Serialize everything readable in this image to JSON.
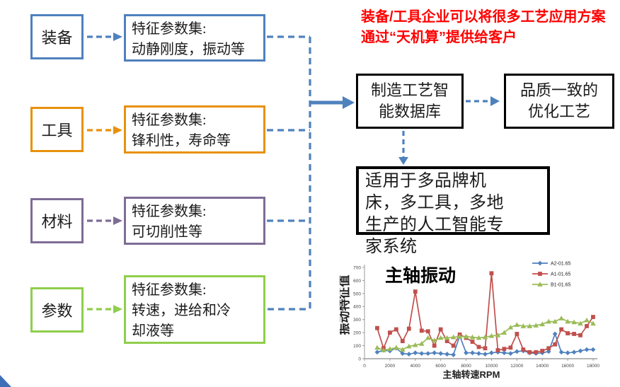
{
  "note": {
    "text": "装备/工具企业可以将很多工艺应用方案通过“天机算”提供给客户",
    "color": "#FF0000"
  },
  "rows": [
    {
      "label": "装备",
      "feature_line1": "特征参数集:",
      "feature_line2": "动静刚度，振动等",
      "color": "#4F81BD"
    },
    {
      "label": "工具",
      "feature_line1": "特征参数集:",
      "feature_line2": "锋利性，寿命等",
      "color": "#E8910C"
    },
    {
      "label": "材料",
      "feature_line1": "特征参数集:",
      "feature_line2": "可切削性等",
      "color": "#7E6C96"
    },
    {
      "label": "参数",
      "feature_line1": "特征参数集:",
      "feature_line2": "转速，进给和冷却液等",
      "color": "#8FCE4B"
    }
  ],
  "flow": {
    "database_box": "制造工艺智能数据库",
    "quality_box": "品质一致的优化工艺",
    "expert_box": "适用于多品牌机床，多工具，多地生产的人工智能专家系统",
    "connector_color": "#4F81BD"
  },
  "chart_data": {
    "type": "line",
    "title": "主轴振动",
    "xlabel": "主轴转速RPM",
    "ylabel": "振动特征值",
    "xlim": [
      0,
      18000
    ],
    "ylim": [
      0,
      700
    ],
    "x_ticks": [
      0,
      2000,
      4000,
      6000,
      8000,
      10000,
      12000,
      14000,
      16000,
      18000
    ],
    "y_ticks": [
      0,
      100,
      200,
      300,
      400,
      500,
      600,
      700
    ],
    "x_start": 1000,
    "x_step": 500,
    "grid": false,
    "legend_position": "top-right",
    "series": [
      {
        "name": "A2-01.65",
        "color": "#4F81BD",
        "marker": "diamond",
        "values": [
          50,
          65,
          60,
          80,
          40,
          35,
          45,
          40,
          40,
          45,
          40,
          35,
          30,
          175,
          45,
          45,
          40,
          35,
          45,
          50,
          45,
          40,
          55,
          60,
          45,
          40,
          45,
          55,
          190,
          50,
          45,
          50,
          60,
          70,
          70
        ]
      },
      {
        "name": "A1-01.65",
        "color": "#C0504D",
        "marker": "square",
        "values": [
          235,
          80,
          200,
          225,
          135,
          230,
          515,
          215,
          210,
          100,
          225,
          135,
          100,
          185,
          160,
          130,
          90,
          80,
          655,
          65,
          75,
          85,
          190,
          70,
          50,
          50,
          60,
          80,
          110,
          225,
          195,
          190,
          180,
          250,
          320
        ]
      },
      {
        "name": "B1-01.65",
        "color": "#9BBB59",
        "marker": "triangle",
        "values": [
          85,
          65,
          75,
          85,
          70,
          95,
          105,
          115,
          160,
          140,
          160,
          160,
          165,
          170,
          170,
          165,
          160,
          165,
          175,
          180,
          200,
          240,
          260,
          250,
          250,
          255,
          265,
          285,
          285,
          310,
          285,
          280,
          270,
          295,
          270
        ]
      }
    ]
  }
}
